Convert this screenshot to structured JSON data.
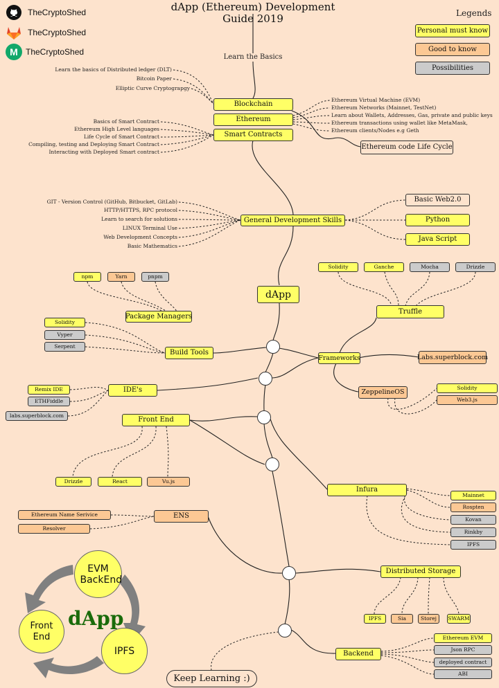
{
  "title": {
    "line1": "dApp (Ethereum) Development",
    "line2": "Guide 2019"
  },
  "brand_rows": [
    {
      "icon": "github-icon",
      "text": "TheCryptoShed"
    },
    {
      "icon": "gitlab-icon",
      "text": "TheCryptoShed"
    },
    {
      "icon": "medium-icon",
      "text": "TheCryptoShed"
    }
  ],
  "legend": {
    "title": "Legends",
    "must_know": "Personal must know",
    "good_to_know": "Good to know",
    "possibilities": "Possibilities"
  },
  "colors": {
    "must_know": "#ffff66",
    "good_to_know": "#fcc894",
    "possibilities": "#cbcbcb",
    "background": "#fde3cd",
    "dapp_text": "#1a6b0a",
    "cycle_arrows": "#808080"
  },
  "basics": {
    "label": "Learn the Basics",
    "blockchain": {
      "label": "Blockchain",
      "items": [
        "Learn the basics of Distributed ledger (DLT)",
        "Bitcoin Paper",
        "Elliptic Curve Cryptograpgy"
      ]
    },
    "ethereum": {
      "label": "Ethereum",
      "items": [
        "Ethereum Virtual Machine (EVM)",
        "Ethereum Networks (Mainnet, TestNet)",
        "Learn about Wallets, Addresses, Gas, private and public keys",
        "Ethereum transactions using wallet like MetaMask,",
        "Ethereum clients/Nodes e.g Geth"
      ]
    },
    "smart_contracts": {
      "label": "Smart Contracts",
      "items": [
        "Basics of Smart Contract",
        "Ethereum High Level languages",
        "Life Cycle of Smart Contract",
        "Compiling, testing and Deploying Smart Contract",
        "Interacting with Deployed Smart contract"
      ],
      "lifecycle": "Ethereum code Life Cycle"
    }
  },
  "general_skills": {
    "label": "General Development Skills",
    "left": [
      "GIT - Version Control (GitHub, Bitbucket, GitLab)",
      "HTTP/HTTPS, RPC protocol",
      "Learn to search for solutions",
      "LINUX Terminal Use",
      "Web Development Concepts",
      "Basic Mathematics"
    ],
    "right": [
      "Basic Web2.0",
      "Python",
      "Java Script"
    ]
  },
  "dapp": "dApp",
  "package_managers": {
    "label": "Package Managers",
    "items": [
      "npm",
      "Yarn",
      "pnpm"
    ]
  },
  "build_tools": {
    "label": "Build Tools",
    "items": [
      "Solidity",
      "Vyper",
      "Serpent"
    ]
  },
  "ides": {
    "label": "IDE's",
    "items": [
      "Remix IDE",
      "ETHFiddle",
      "labs.superblock.com"
    ]
  },
  "frameworks": {
    "label": "Frameworks",
    "truffle": {
      "label": "Truffle",
      "items": [
        "Solidity",
        "Ganche",
        "Mocha",
        "Drizzle"
      ]
    },
    "superblock": "Labs.superblock.com",
    "zeppelin": {
      "label": "ZeppelineOS",
      "items": [
        "Solidity",
        "Web3.js"
      ]
    }
  },
  "front_end": {
    "label": "Front End",
    "items": [
      "Drizzle",
      "React",
      "Vu.js"
    ]
  },
  "infura": {
    "label": "Infura",
    "items": [
      "Mainnet",
      "Rospten",
      "Kovan",
      "Rinkby",
      "IPFS"
    ]
  },
  "ens": {
    "label": "ENS",
    "items": [
      "Ethereum Name Serivice",
      "Resolver"
    ]
  },
  "storage": {
    "label": "Distributed Storage",
    "items": [
      "IPFS",
      "Sia",
      "Storej",
      "SWARM"
    ]
  },
  "backend": {
    "label": "Backend",
    "items": [
      "Ethereum EVM",
      "Json RPC",
      "deployed contract",
      "ABI"
    ]
  },
  "cycle": {
    "center": "dApp",
    "evm": "EVM BackEnd",
    "front": "Front End",
    "ipfs": "IPFS"
  },
  "footer": "Keep Learning :)"
}
